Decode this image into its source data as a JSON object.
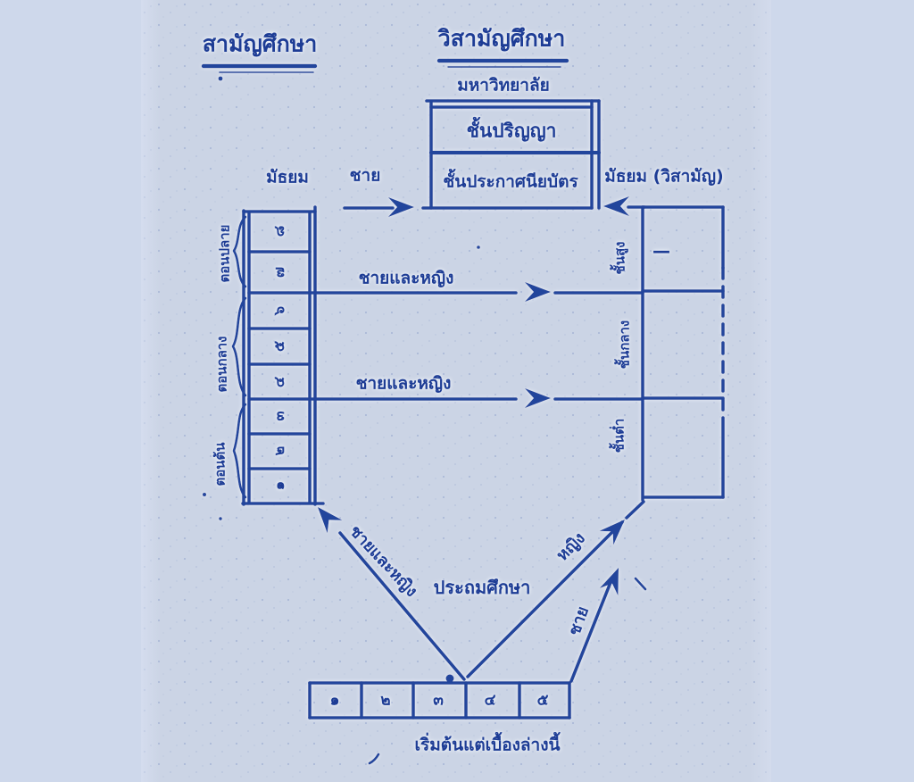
{
  "diagram": {
    "titles": {
      "left": "สามัญศึกษา",
      "right": "วิสามัญศึกษา",
      "university": "มหาวิทยาลัย"
    },
    "degree_box": {
      "degree": "ชั้นปริญญา",
      "certificate": "ชั้นประกาศนียบัตร"
    },
    "headers": {
      "secondary_left": "มัธยม",
      "secondary_right": "มัธยม (วิสามัญ)"
    },
    "arrows": {
      "top": "ชาย",
      "middle_upper": "ชายและหญิง",
      "middle_lower": "ชายและหญิง",
      "diag_left": "ชายและหญิง",
      "diag_right_upper": "หญิง",
      "diag_right_lower": "ชาย"
    },
    "left_column": {
      "grades": [
        "๘",
        "๗",
        "๖",
        "๕",
        "๔",
        "๓",
        "๒",
        "๑"
      ],
      "groups": [
        "ตอนปลาย",
        "ตอนกลาง",
        "ตอนต้น"
      ]
    },
    "right_column": {
      "levels": [
        "ชั้นสูง",
        "ชั้นกลาง",
        "ชั้นต่ำ"
      ],
      "top_cell_mark": "—"
    },
    "primary_label": "ประถมศึกษา",
    "bottom_row": {
      "grades": [
        "๑",
        "๒",
        "๓",
        "๔",
        "๕"
      ],
      "caption": "เริ่มต้นแต่เบื้องล่างนี้"
    },
    "colors": {
      "ink": "#24459c",
      "paper": "#cbd4e5",
      "background": "#ced8eb"
    }
  }
}
